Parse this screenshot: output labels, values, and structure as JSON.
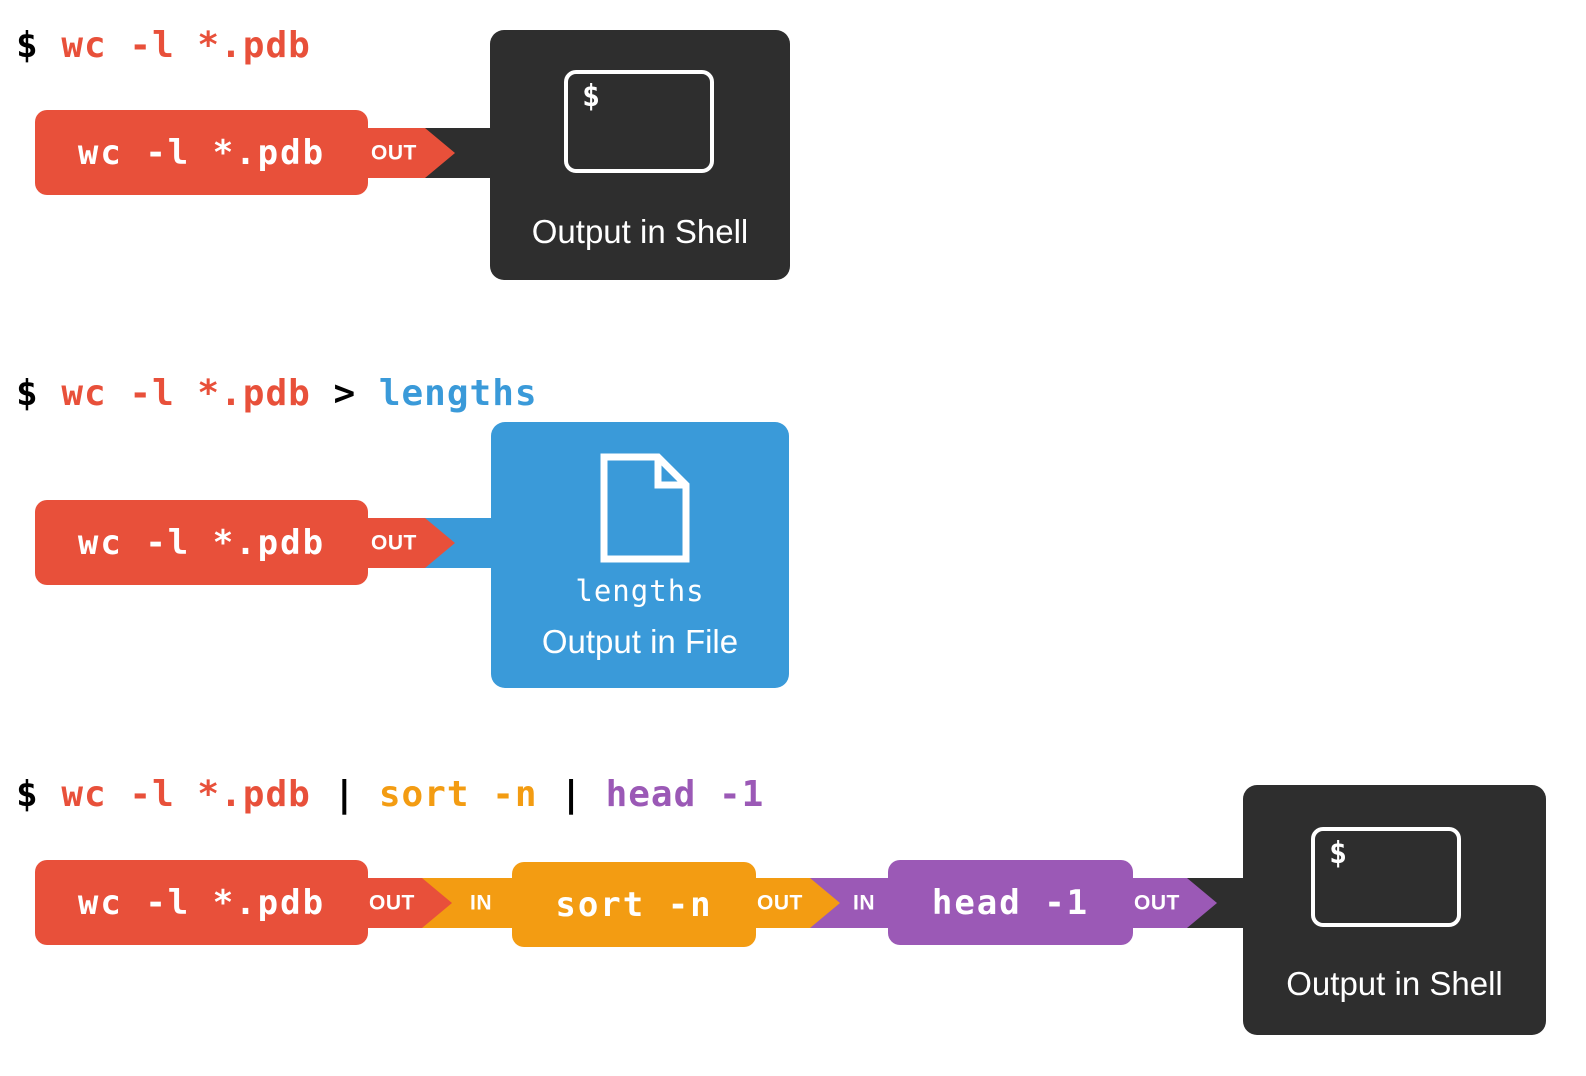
{
  "colors": {
    "red": "#e8503a",
    "orange": "#f39c12",
    "purple": "#9b59b6",
    "blue": "#3a9ad9",
    "dark": "#2e2e2e",
    "white": "#ffffff",
    "background": "#ffffff"
  },
  "ports": {
    "out": "OUT",
    "in": "IN"
  },
  "rows": [
    {
      "id": "row-simple",
      "command_line": {
        "prompt": "$",
        "tokens": [
          {
            "text": "wc -l *.pdb",
            "color": "red"
          }
        ]
      },
      "stages": [
        {
          "label": "wc -l *.pdb",
          "color": "red"
        }
      ],
      "output": {
        "kind": "shell",
        "title": "Output in Shell",
        "prompt": "$"
      }
    },
    {
      "id": "row-redirect",
      "command_line": {
        "prompt": "$",
        "tokens": [
          {
            "text": "wc -l *.pdb",
            "color": "red"
          },
          {
            "text": " > ",
            "color": "black"
          },
          {
            "text": "lengths",
            "color": "blue"
          }
        ]
      },
      "stages": [
        {
          "label": "wc -l *.pdb",
          "color": "red"
        }
      ],
      "output": {
        "kind": "file",
        "title": "Output in File",
        "filename": "lengths"
      }
    },
    {
      "id": "row-pipeline",
      "command_line": {
        "prompt": "$",
        "tokens": [
          {
            "text": "wc -l *.pdb",
            "color": "red"
          },
          {
            "text": " | ",
            "color": "black"
          },
          {
            "text": "sort -n",
            "color": "orange"
          },
          {
            "text": " | ",
            "color": "black"
          },
          {
            "text": "head -1",
            "color": "purple"
          }
        ]
      },
      "stages": [
        {
          "label": "wc -l *.pdb",
          "color": "red"
        },
        {
          "label": "sort -n",
          "color": "orange"
        },
        {
          "label": "head -1",
          "color": "purple"
        }
      ],
      "output": {
        "kind": "shell",
        "title": "Output in Shell",
        "prompt": "$"
      }
    }
  ]
}
